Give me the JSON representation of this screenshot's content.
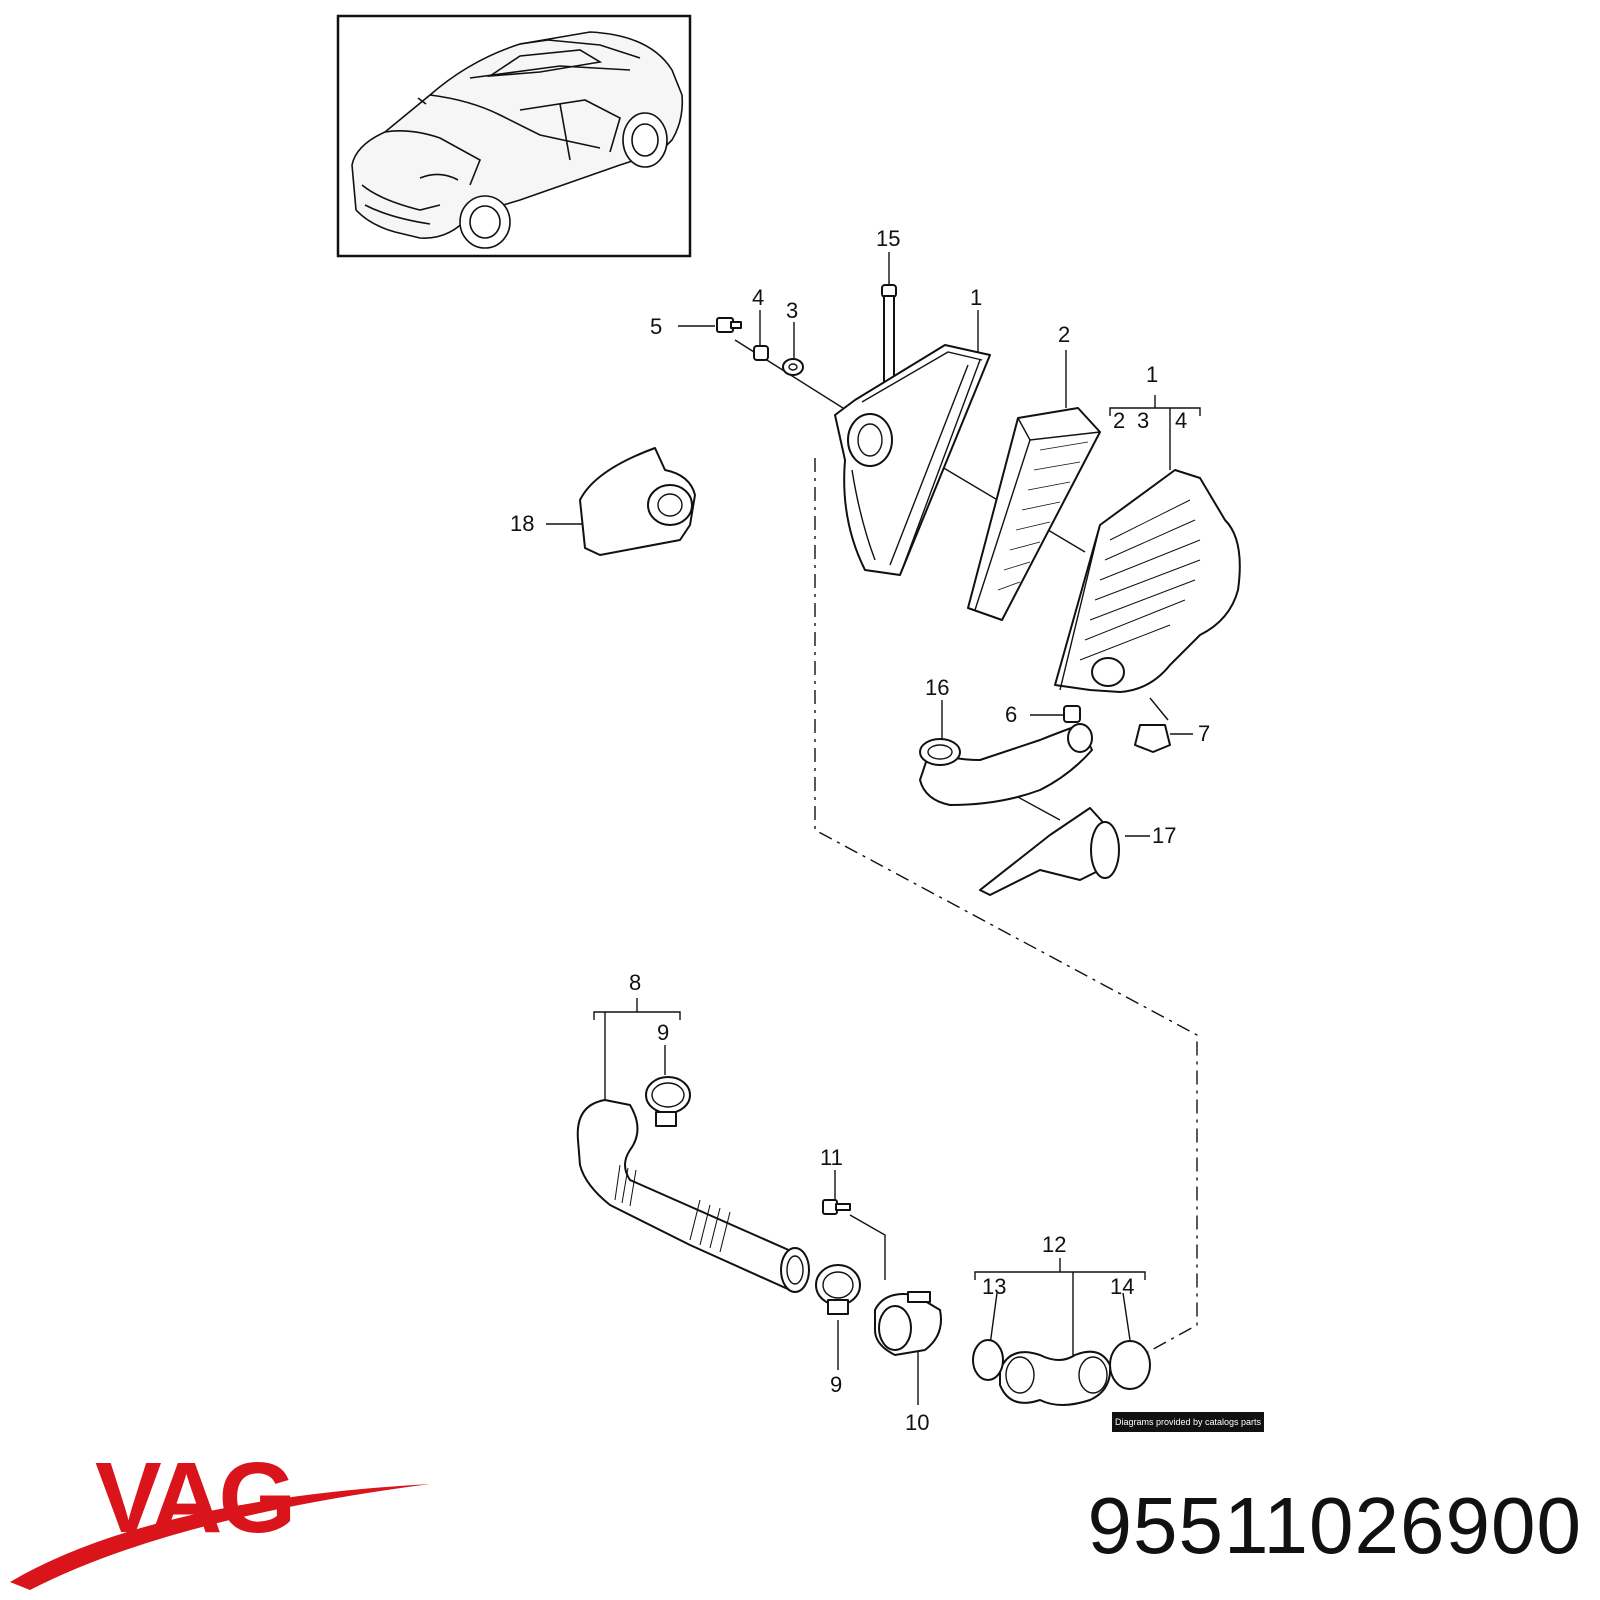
{
  "callouts": [
    {
      "id": "c15",
      "text": "15"
    },
    {
      "id": "c1a",
      "text": "1"
    },
    {
      "id": "c4a",
      "text": "4"
    },
    {
      "id": "c3a",
      "text": "3"
    },
    {
      "id": "c5",
      "text": "5"
    },
    {
      "id": "c2a",
      "text": "2"
    },
    {
      "id": "c1b",
      "text": "1"
    },
    {
      "id": "c2b",
      "text": "2"
    },
    {
      "id": "c3b",
      "text": "3"
    },
    {
      "id": "c4b",
      "text": "4"
    },
    {
      "id": "c18",
      "text": "18"
    },
    {
      "id": "c16",
      "text": "16"
    },
    {
      "id": "c6",
      "text": "6"
    },
    {
      "id": "c7",
      "text": "7"
    },
    {
      "id": "c17",
      "text": "17"
    },
    {
      "id": "c8",
      "text": "8"
    },
    {
      "id": "c9a",
      "text": "9"
    },
    {
      "id": "c11",
      "text": "11"
    },
    {
      "id": "c12",
      "text": "12"
    },
    {
      "id": "c13",
      "text": "13"
    },
    {
      "id": "c14",
      "text": "14"
    },
    {
      "id": "c9b",
      "text": "9"
    },
    {
      "id": "c10",
      "text": "10"
    }
  ],
  "credit": "Diagrams provided by catalogs parts",
  "brand": {
    "text": "VAG",
    "color": "#d9141b"
  },
  "part_number": "95511026900"
}
